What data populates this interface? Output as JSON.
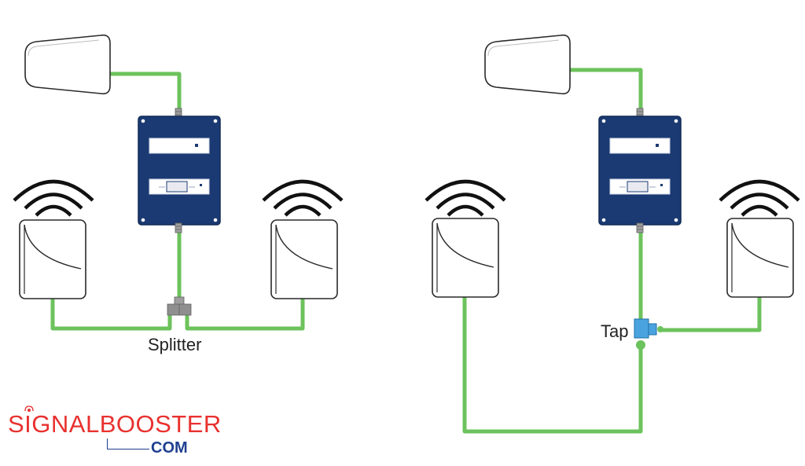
{
  "labels": {
    "splitter": "Splitter",
    "tap": "Tap"
  },
  "logo": {
    "main": "SIGNALBOOSTER",
    "suffix": "COM"
  },
  "colors": {
    "cable": "#6cc25c",
    "booster_body": "#1b3a73",
    "connector": "#9e9e9e",
    "tap": "#4aa3df",
    "logo_red": "#e8312f",
    "logo_blue": "#1f3f8f",
    "outline": "#2a2a2a"
  },
  "icons": {
    "outdoor_antenna": "yagi-dome-icon",
    "booster": "signal-booster-icon",
    "indoor_antenna": "panel-antenna-icon",
    "broadcast": "signal-waves-icon",
    "splitter": "splitter-icon",
    "tap": "tap-icon"
  }
}
